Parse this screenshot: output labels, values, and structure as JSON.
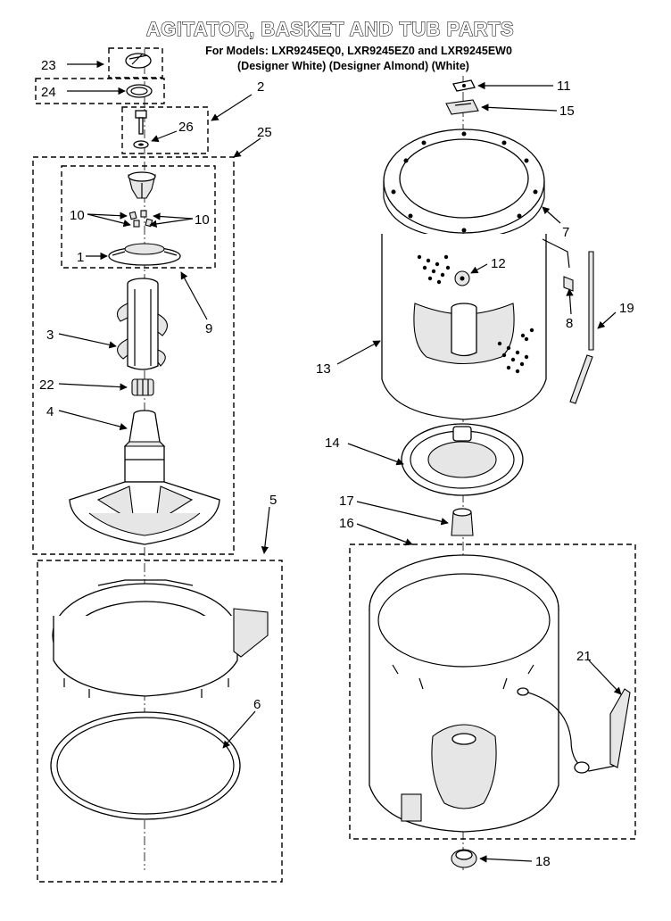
{
  "diagram": {
    "title": "AGITATOR, BASKET AND TUB PARTS",
    "subtitle_line1": "For Models: LXR9245EQ0, LXR9245EZ0 and LXR9245EW0",
    "subtitle_line2": "(Designer White)  (Designer Almond)  (White)"
  },
  "callouts": {
    "c1": "1",
    "c2": "2",
    "c3": "3",
    "c4": "4",
    "c5": "5",
    "c6": "6",
    "c7": "7",
    "c8": "8",
    "c9": "9",
    "c10a": "10",
    "c10b": "10",
    "c11": "11",
    "c12": "12",
    "c13": "13",
    "c14": "14",
    "c15": "15",
    "c16": "16",
    "c17": "17",
    "c18": "18",
    "c19": "19",
    "c21": "21",
    "c22": "22",
    "c23": "23",
    "c24": "24",
    "c25": "25",
    "c26": "26"
  }
}
